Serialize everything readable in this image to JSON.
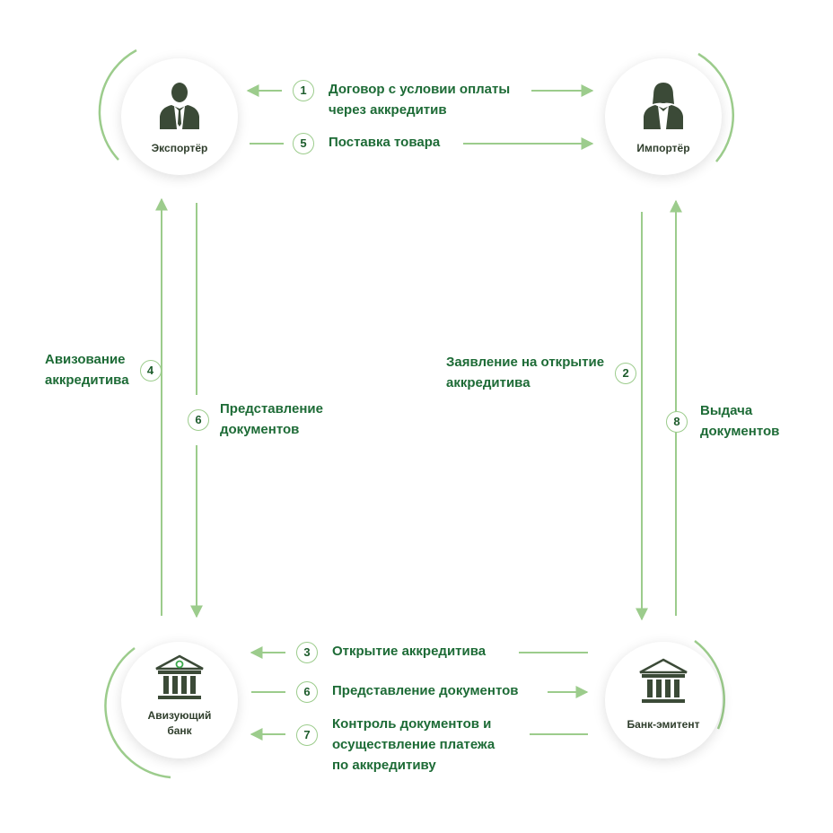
{
  "colors": {
    "arrow": "#9ccc8c",
    "arc": "#9ccc8c",
    "text": "#1d6b36",
    "icon": "#3b4a37"
  },
  "nodes": {
    "exporter": {
      "label": "Экспортёр",
      "icon": "businessman-icon"
    },
    "importer": {
      "label": "Импортёр",
      "icon": "businesswoman-icon"
    },
    "advising_bank": {
      "label": "Авизующий\nбанк",
      "icon": "bank-building-icon"
    },
    "issuing_bank": {
      "label": "Банк-эмитент",
      "icon": "bank-building-icon"
    }
  },
  "steps": {
    "s1": {
      "num": "1",
      "text": "Договор с условии оплаты\nчерез аккредитив"
    },
    "s5": {
      "num": "5",
      "text": "Поставка товара"
    },
    "s4": {
      "num": "4",
      "text": "Авизование\nаккредитива"
    },
    "s6v": {
      "num": "6",
      "text": "Представление\nдокументов"
    },
    "s2": {
      "num": "2",
      "text": "Заявление на открытие\nаккредитива"
    },
    "s8": {
      "num": "8",
      "text": "Выдача\nдокументов"
    },
    "s3": {
      "num": "3",
      "text": "Открытие аккредитива"
    },
    "s6h": {
      "num": "6",
      "text": "Представление документов"
    },
    "s7": {
      "num": "7",
      "text": "Контроль документов и\nосуществление платежа\nпо аккредитиву"
    }
  }
}
